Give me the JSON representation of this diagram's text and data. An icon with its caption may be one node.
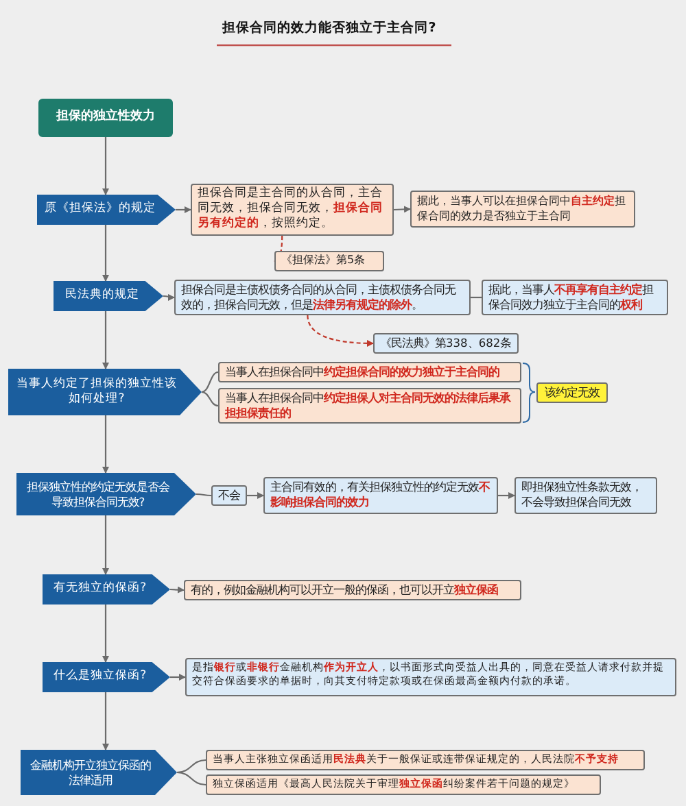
{
  "diagram": {
    "title": "担保合同的效力能否独立于主合同?",
    "nodes": [
      {
        "text": [
          "担保的独立性效力"
        ]
      },
      {
        "text": [
          "原《担保法》的规定"
        ]
      },
      {
        "text": [
          "担保合同是主合同的从合同，主合同无效，担保合同无效，**担保合同另有约定的**，按照约定。"
        ]
      },
      {
        "text": [
          "据此，当事人可以在担保合同中**自主约定**担保合同的效力是否独立于主合同"
        ]
      },
      {
        "text": [
          "《担保法》第5条"
        ]
      },
      {
        "text": [
          "民法典的规定"
        ]
      },
      {
        "text": [
          "担保合同是主债权债务合同的从合同，主债权债务合同无效的，担保合同无效，但是**法律另有规定的除外**。"
        ]
      },
      {
        "text": [
          "据此，当事人**不再享有自主约定**担保合同效力独立于主合同的**权利**"
        ]
      },
      {
        "text": [
          "《民法典》第338、682条"
        ]
      },
      {
        "text": [
          "当事人约定了担保的独立性该如何处理?"
        ]
      },
      {
        "text": [
          "当事人在担保合同中**约定担保合同的效力独立于主合同的**"
        ]
      },
      {
        "text": [
          "当事人在担保合同中**约定担保人对主合同无效的法律后果承担担保责任的**"
        ]
      },
      {
        "text": [
          "该约定无效"
        ]
      },
      {
        "text": [
          "担保独立性的约定无效是否会导致担保合同无效?"
        ]
      },
      {
        "text": [
          "不会"
        ]
      },
      {
        "text": [
          "主合同有效的，有关担保独立性的约定无效**不影响担保合同的效力**"
        ]
      },
      {
        "text": [
          "即担保独立性条款无效，不会导致担保合同无效"
        ]
      },
      {
        "text": [
          "有无独立的保函?"
        ]
      },
      {
        "text": [
          "有的，例如金融机构可以开立一般的保函，也可以开立**独立保函**"
        ]
      },
      {
        "text": [
          "什么是独立保函?"
        ]
      },
      {
        "text": [
          "是指**银行**或**非银行**金融机构**作为开立人**，以书面形式向受益人出具的，同意在受益人请求付款并提交符合保函要求的单据时，向其支付特定款项或在保函最高金额内付款的承诺。"
        ]
      },
      {
        "text": [
          "金融机构开立独立保函的法律适用"
        ]
      },
      {
        "text": [
          "当事人主张独立保函适用**民法典**关于一般保证或连带保证规定的，人民法院**不予支持**"
        ]
      },
      {
        "text": [
          "独立保函适用《最高人民法院关于审理**独立保函**纠纷案件若干问题的规定》"
        ]
      }
    ],
    "edges": [
      {
        "from": 0,
        "to": 1,
        "arrow": "to"
      },
      {
        "from": 1,
        "to": 5,
        "arrow": "to"
      },
      {
        "from": 5,
        "to": 9,
        "arrow": "to"
      },
      {
        "from": 9,
        "to": 13,
        "arrow": "to"
      },
      {
        "from": 13,
        "to": 17,
        "arrow": "to"
      },
      {
        "from": 17,
        "to": 19,
        "arrow": "to"
      },
      {
        "from": 19,
        "to": 21,
        "arrow": "to"
      },
      {
        "from": 1,
        "to": 2,
        "arrow": "to"
      },
      {
        "from": 2,
        "to": 3,
        "arrow": "to"
      },
      {
        "from": 2,
        "to": 4,
        "arrow": "to",
        "style": "dashed",
        "color": "#c0392b"
      },
      {
        "from": 5,
        "to": 6,
        "arrow": "to"
      },
      {
        "from": 6,
        "to": 7,
        "arrow": "none"
      },
      {
        "from": 6,
        "to": 8,
        "arrow": "to",
        "style": "dashed",
        "color": "#c0392b"
      },
      {
        "from": 9,
        "to": 10,
        "arrow": "none"
      },
      {
        "from": 9,
        "to": 11,
        "arrow": "none"
      },
      {
        "from": 13,
        "to": 14,
        "arrow": "none"
      },
      {
        "from": 14,
        "to": 15,
        "arrow": "to"
      },
      {
        "from": 15,
        "to": 16,
        "arrow": "to"
      },
      {
        "from": 17,
        "to": 18,
        "arrow": "to"
      },
      {
        "from": 19,
        "to": 20,
        "arrow": "to"
      },
      {
        "from": 21,
        "to": 22,
        "arrow": "none"
      },
      {
        "from": 21,
        "to": 23,
        "arrow": "none"
      }
    ]
  }
}
